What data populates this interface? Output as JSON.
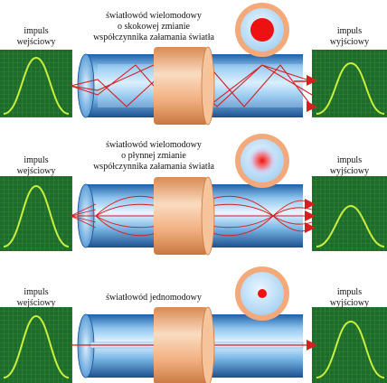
{
  "colors": {
    "scope_bg": "#1e6b2a",
    "scope_grid": "#3f9a4a",
    "pulse": "#c8f03c",
    "ray": "#d42020",
    "fiber": "#8ec5ee",
    "jacket": "#f2b98a",
    "core_red": "#ee1111"
  },
  "sections": [
    {
      "title": "światłowód wielomodowy o skokowej zmianie współczynnika załamania światła",
      "title_lines": [
        "światłowód wielomodowy",
        "o skokowej zmianie",
        "współczynnika załamania światła"
      ],
      "input_lines": [
        "impuls",
        "wejściowy"
      ],
      "output_lines": [
        "impuls",
        "wyjściowy"
      ],
      "fiber_type": "step-index multimode",
      "cross_section": "large uniform core"
    },
    {
      "title": "światłowód wielomodowy o płynnej zmianie współczynnika załamania światła",
      "title_lines": [
        "światłowód wielomodowy",
        "o płynnej zmianie",
        "współczynnika załamania światła"
      ],
      "input_lines": [
        "impuls",
        "wejściowy"
      ],
      "output_lines": [
        "impuls",
        "wyjściowy"
      ],
      "fiber_type": "graded-index multimode",
      "cross_section": "gradient core"
    },
    {
      "title": "światłowód jednomodowy",
      "title_lines": [
        "światłowód jednomodowy"
      ],
      "input_lines": [
        "impuls",
        "wejściowy"
      ],
      "output_lines": [
        "impuls",
        "wyjściowy"
      ],
      "fiber_type": "single-mode",
      "cross_section": "small core"
    }
  ]
}
